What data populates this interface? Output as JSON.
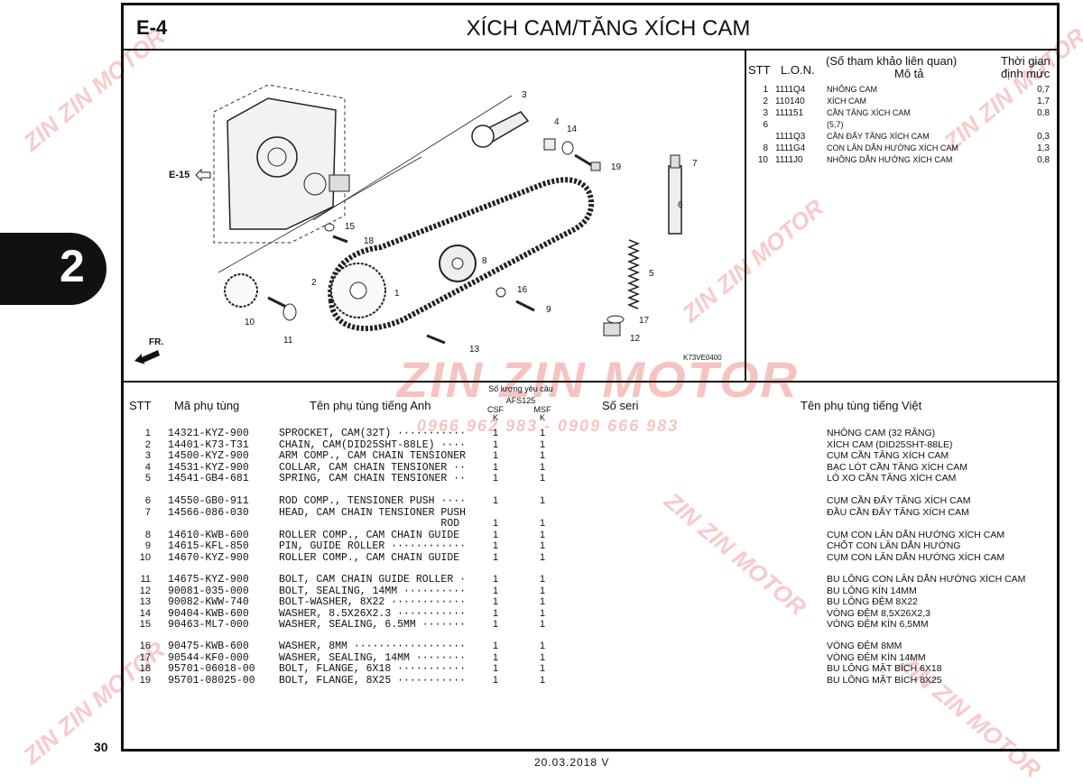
{
  "header": {
    "section_code": "E-4",
    "title": "XÍCH CAM/TĂNG XÍCH CAM"
  },
  "chapter_tab": "2",
  "page_number": "30",
  "print_date": "20.03.2018    V",
  "diagram": {
    "ref_section": "E-15",
    "direction_label": "FR.",
    "code": "K73VE0400",
    "callouts": [
      "1",
      "2",
      "3",
      "4",
      "5",
      "6",
      "7",
      "8",
      "9",
      "10",
      "11",
      "12",
      "13",
      "14",
      "15",
      "16",
      "17",
      "18",
      "19"
    ]
  },
  "ref_panel": {
    "h_stt": "STT",
    "h_lon": "L.O.N.",
    "h_related": "(Số tham khảo liên quan)",
    "h_desc": "Mô tả",
    "h_time1": "Thời gian",
    "h_time2": "định mức",
    "rows": [
      {
        "stt": "1",
        "lon": "1111Q4",
        "desc": "NHÔNG CAM",
        "time": "0,7"
      },
      {
        "stt": "2",
        "lon": "110140",
        "desc": "XÍCH CAM",
        "time": "1,7"
      },
      {
        "stt": "3",
        "lon": "111151",
        "desc": "CẦN TĂNG XÍCH CAM",
        "time": "0,8"
      },
      {
        "stt": "6",
        "lon": "",
        "desc": "(5,7)",
        "time": ""
      },
      {
        "stt": "",
        "lon": "1111Q3",
        "desc": "CẦN ĐẨY TĂNG XÍCH CAM",
        "time": "0,3"
      },
      {
        "stt": "8",
        "lon": "1111G4",
        "desc": "CON LĂN DẪN HƯỚNG XÍCH CAM",
        "time": "1,3"
      },
      {
        "stt": "10",
        "lon": "1111J0",
        "desc": "NHÔNG DẪN HƯỚNG XÍCH CAM",
        "time": "0,8"
      }
    ]
  },
  "table": {
    "h_stt": "STT",
    "h_part": "Mã phụ tùng",
    "h_en": "Tên phụ tùng tiếng Anh",
    "h_qty": "Số lượng yêu cầu",
    "h_model": "AFS125",
    "h_csf": "CSF",
    "h_csf_k": "K",
    "h_msf": "MSF",
    "h_msf_k": "K",
    "h_serial": "Số seri",
    "h_vn": "Tên phụ tùng tiếng Việt",
    "rows": [
      {
        "stt": "1",
        "part": "14321-KYZ-900",
        "en": "SPROCKET, CAM(32T) ···········",
        "csf": "1",
        "msf": "1",
        "vn": "NHÔNG CAM (32 RĂNG)"
      },
      {
        "stt": "2",
        "part": "14401-K73-T31",
        "en": "CHAIN, CAM(DID25SHT-88LE) ····",
        "csf": "1",
        "msf": "1",
        "vn": "XÍCH CAM (DID25SHT-88LE)"
      },
      {
        "stt": "3",
        "part": "14500-KYZ-900",
        "en": "ARM COMP., CAM CHAIN TENSIONER",
        "csf": "1",
        "msf": "1",
        "vn": "CỤM CẦN TĂNG XÍCH CAM"
      },
      {
        "stt": "4",
        "part": "14531-KYZ-900",
        "en": "COLLAR, CAM CHAIN TENSIONER ··",
        "csf": "1",
        "msf": "1",
        "vn": "BẠC LÓT CẦN TĂNG XÍCH CAM"
      },
      {
        "stt": "5",
        "part": "14541-GB4-681",
        "en": "SPRING, CAM CHAIN TENSIONER ··",
        "csf": "1",
        "msf": "1",
        "vn": "LÒ XO CẦN TĂNG XÍCH CAM"
      },
      {
        "stt": "6",
        "part": "14550-GB0-911",
        "en": "ROD COMP., TENSIONER PUSH ····",
        "csf": "1",
        "msf": "1",
        "vn": "CỤM CẦN ĐẨY TĂNG XÍCH CAM"
      },
      {
        "stt": "7",
        "part": "14566-086-030",
        "en": "HEAD, CAM CHAIN TENSIONER PUSH",
        "csf": "",
        "msf": "",
        "vn": "ĐẦU CẦN ĐẨY TĂNG XÍCH CAM"
      },
      {
        "stt": "",
        "part": "",
        "en": "                          ROD",
        "csf": "1",
        "msf": "1",
        "vn": ""
      },
      {
        "stt": "8",
        "part": "14610-KWB-600",
        "en": "ROLLER COMP., CAM CHAIN GUIDE",
        "csf": "1",
        "msf": "1",
        "vn": "CỤM CON LĂN DẪN HƯỚNG XÍCH CAM"
      },
      {
        "stt": "9",
        "part": "14615-KFL-850",
        "en": "PIN, GUIDE ROLLER ············",
        "csf": "1",
        "msf": "1",
        "vn": "CHỐT CON LĂN DẪN HƯỚNG"
      },
      {
        "stt": "10",
        "part": "14670-KYZ-900",
        "en": "ROLLER COMP., CAM CHAIN GUIDE",
        "csf": "1",
        "msf": "1",
        "vn": "CỤM CON LĂN DẪN HƯỚNG XÍCH CAM"
      },
      {
        "stt": "11",
        "part": "14675-KYZ-900",
        "en": "BOLT, CAM CHAIN GUIDE ROLLER ·",
        "csf": "1",
        "msf": "1",
        "vn": "BU LÔNG CON LĂN DẪN HƯỚNG XÍCH CAM"
      },
      {
        "stt": "12",
        "part": "90081-035-000",
        "en": "BOLT, SEALING, 14MM ··········",
        "csf": "1",
        "msf": "1",
        "vn": "BU LÔNG KÍN 14MM"
      },
      {
        "stt": "13",
        "part": "90082-KWW-740",
        "en": "BOLT-WASHER, 8X22 ············",
        "csf": "1",
        "msf": "1",
        "vn": "BU LÔNG ĐỆM 8X22"
      },
      {
        "stt": "14",
        "part": "90404-KWB-600",
        "en": "WASHER, 8.5X26X2.3 ···········",
        "csf": "1",
        "msf": "1",
        "vn": "VÒNG ĐỆM 8,5X26X2,3"
      },
      {
        "stt": "15",
        "part": "90463-ML7-000",
        "en": "WASHER, SEALING, 6.5MM ·······",
        "csf": "1",
        "msf": "1",
        "vn": "VÒNG ĐỆM KÍN 6,5MM"
      },
      {
        "stt": "16",
        "part": "90475-KWB-600",
        "en": "WASHER, 8MM ··················",
        "csf": "1",
        "msf": "1",
        "vn": "VÒNG ĐỆM 8MM"
      },
      {
        "stt": "17",
        "part": "90544-KF0-000",
        "en": "WASHER, SEALING, 14MM ········",
        "csf": "1",
        "msf": "1",
        "vn": "VÒNG ĐỆM KÍN 14MM"
      },
      {
        "stt": "18",
        "part": "95701-06018-00",
        "en": "BOLT, FLANGE, 6X18 ···········",
        "csf": "1",
        "msf": "1",
        "vn": "BU LÔNG MẶT BÍCH 6X18"
      },
      {
        "stt": "19",
        "part": "95701-08025-00",
        "en": "BOLT, FLANGE, 8X25 ···········",
        "csf": "1",
        "msf": "1",
        "vn": "BU LÔNG MẶT BÍCH 8X25"
      }
    ]
  },
  "watermark": {
    "brand": "ZIN ZIN MOTOR",
    "phones": "0966 962 983 - 0909 666 983"
  }
}
